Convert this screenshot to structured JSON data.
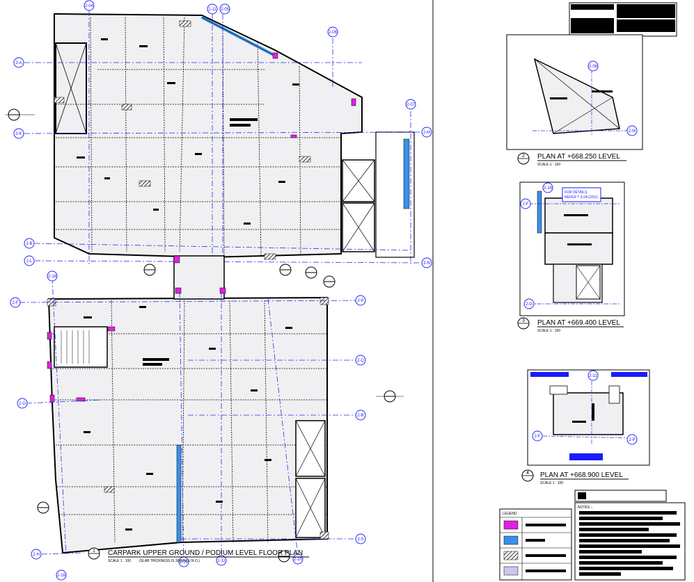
{
  "colors": {
    "grid": "#2a2aee",
    "magenta": "#e020e0",
    "blue": "#3a8fe8",
    "lavender": "#c8c8f0",
    "slab": "#f0f0f2",
    "ink": "#000000"
  },
  "main_plan": {
    "number": "1",
    "title": "CARPARK UPPER GROUND / PODIUM LEVEL FLOOR PLAN",
    "scale": "SCALE   1 : 100",
    "note": "(SLAB THICKNESS IS 300MM U.N.O.)"
  },
  "upper_grids": {
    "a": "2-A",
    "k": "2-K",
    "b": "2-B",
    "l": "2-L",
    "m": "2-M",
    "n": "2-N",
    "g04": "2-04",
    "g11": "2-11",
    "g05": "2-05",
    "g06": "2-06",
    "g07": "2-07"
  },
  "lower_grids": {
    "f": "2-F",
    "g": "2-G",
    "h": "2-H",
    "p": "2-P",
    "q": "2-Q",
    "r": "2-R",
    "s": "2-S",
    "g18": "2-18",
    "g19": "2-19",
    "g11": "2-11",
    "g20": "2-20",
    "g16": "2-16"
  },
  "plan2": {
    "number": "2",
    "title": "PLAN AT +668.250 LEVEL",
    "scale": "SCALE   1 : 100",
    "grid_06": "2-06",
    "grid_m": "2-M"
  },
  "plan3": {
    "number": "3",
    "title": "PLAN AT +669.400 LEVEL",
    "scale": "SCALE   1 : 100",
    "grid_16": "2-16",
    "grid_f": "2-F",
    "grid_g": "2-G",
    "note_line1": "FOR DETAILS",
    "note_line2": "REFER T 3-2A (2/S1)"
  },
  "plan4": {
    "number": "4",
    "title": "PLAN AT +668.900 LEVEL",
    "scale": "SCALE   1 : 100",
    "grid_11": "2-11",
    "grid_f": "2-F",
    "grid_p": "2-P"
  },
  "legend": {
    "title": "LEGEND"
  },
  "notes": {
    "title": "NOTES :-"
  }
}
